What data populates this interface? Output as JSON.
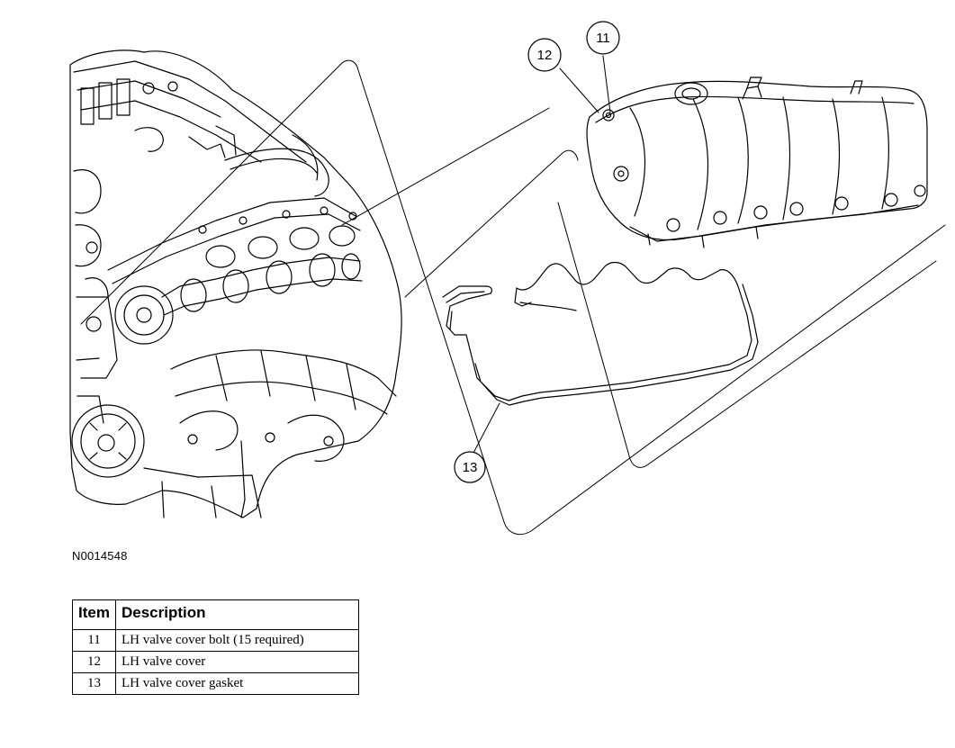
{
  "figure": {
    "id": "N0014548",
    "callouts": [
      {
        "key": "c11",
        "label": "11"
      },
      {
        "key": "c12",
        "label": "12"
      },
      {
        "key": "c13",
        "label": "13"
      }
    ]
  },
  "legend": {
    "headers": {
      "item": "Item",
      "description": "Description"
    },
    "rows": [
      {
        "item": "11",
        "description": "LH valve cover bolt (15 required)"
      },
      {
        "item": "12",
        "description": "LH valve cover"
      },
      {
        "item": "13",
        "description": "LH valve cover gasket"
      }
    ]
  }
}
